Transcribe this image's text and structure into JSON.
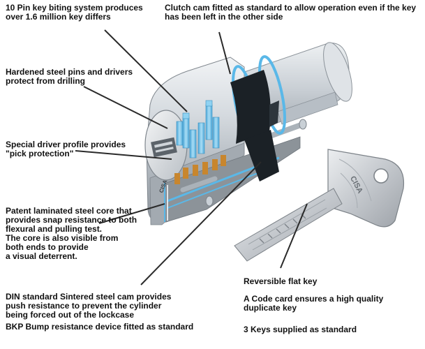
{
  "callouts": {
    "key_differs": "10 Pin key biting system produces\nover 1.6 million key differs",
    "clutch_cam": "Clutch cam fitted as standard to allow operation even if the key\nhas been left in the other side",
    "steel_pins": "Hardened steel pins and drivers\nprotect from drilling",
    "pick_protection": "Special driver profile provides\n\"pick protection\"",
    "laminated_core": "Patent laminated steel core that\nprovides snap resistance to both\nflexural and pulling test.\nThe core is also visible from\nboth ends to provide\na visual deterrent.",
    "din_cam": "DIN standard Sintered steel cam provides\npush resistance to prevent the cylinder\nbeing forced out of the lockcase",
    "bump_resistance": "BKP Bump resistance device fitted as standard",
    "flat_key": "Reversible flat key",
    "code_card": "A Code card ensures a high quality\nduplicate key",
    "three_keys": "3 Keys supplied as standard"
  },
  "key_bow_text": "CISA",
  "colors": {
    "text": "#111111",
    "leader": "#2a2a2a",
    "cam": "#1b2126",
    "blue_ring": "#5ab8e8",
    "pins": "#79c6ec",
    "brass": "#c8862e",
    "key": "#c9ccd2"
  }
}
